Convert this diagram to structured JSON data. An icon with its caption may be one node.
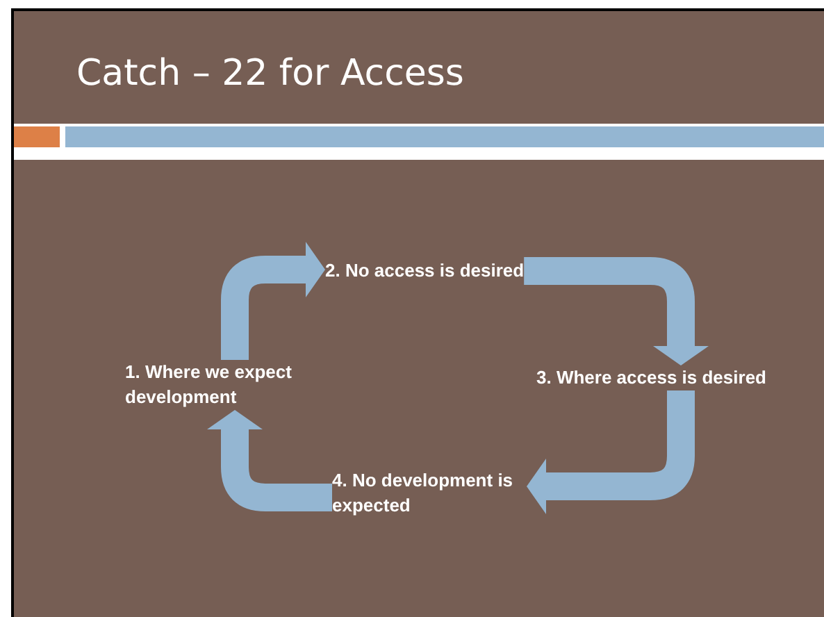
{
  "diagram": {
    "title": "Catch – 22 for Access",
    "nodes": [
      {
        "text": [
          "1. Where we expect development"
        ]
      },
      {
        "text": [
          "2. No access is desired"
        ]
      },
      {
        "text": [
          "3. Where access is desired"
        ]
      },
      {
        "text": [
          "4. No development is expected"
        ]
      }
    ],
    "edges": [
      {
        "from": 0,
        "to": 1,
        "arrow": "to"
      },
      {
        "from": 1,
        "to": 2,
        "arrow": "to"
      },
      {
        "from": 2,
        "to": 3,
        "arrow": "to"
      },
      {
        "from": 3,
        "to": 0,
        "arrow": "to"
      }
    ]
  }
}
